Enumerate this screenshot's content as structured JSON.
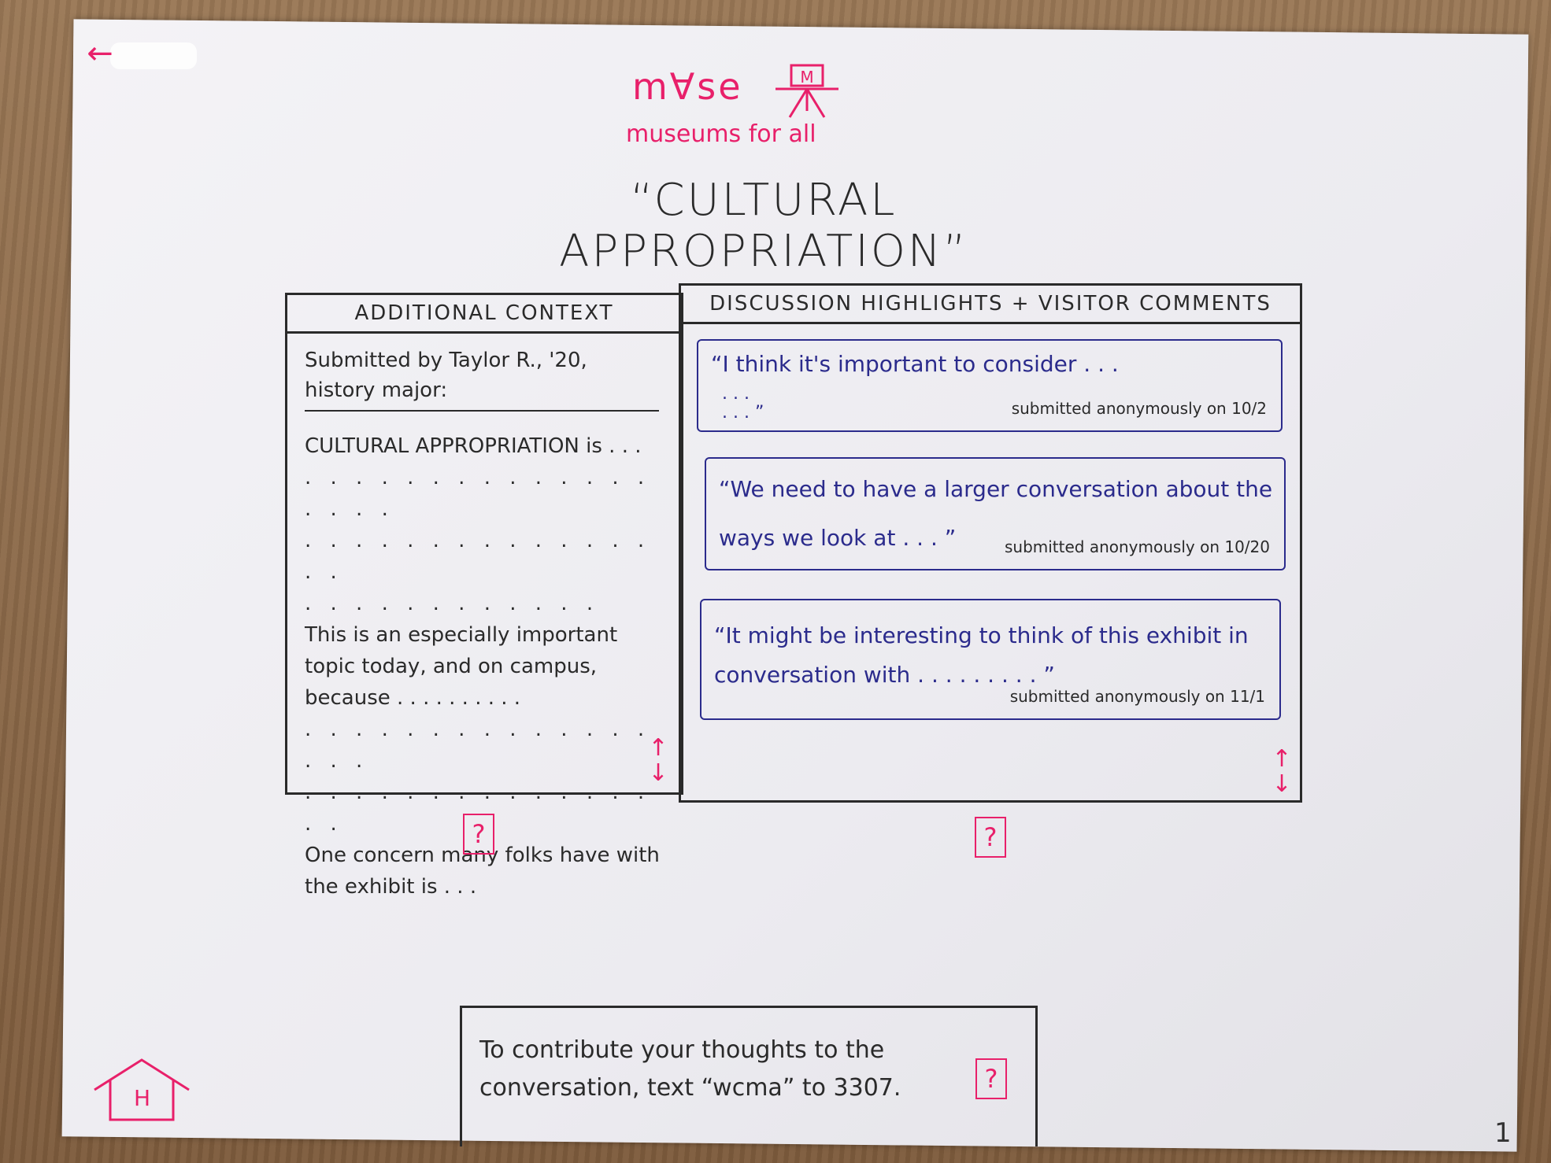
{
  "app": {
    "back_icon": "←",
    "logo_word": "m∀se",
    "logo_tagline": "museums for all",
    "logo_easel_letter": "M"
  },
  "exhibit": {
    "title": "“CULTURAL APPROPRIATION”"
  },
  "context_panel": {
    "heading": "ADDITIONAL CONTEXT",
    "submitter": "Submitted by Taylor R., '20, history major:",
    "lines": [
      "CULTURAL APPROPRIATION is . . .",
      ". . . . . . . . . . . . . . . . . .",
      ". . . . . . . . . . . . . . . .",
      ". . . . . . . . . . . .",
      "This is an especially important topic today, and on campus, because . . . . . . . . . .",
      ". . . . . . . . . . . . . . . . .",
      ". . . . . . . . . . . . . . . .",
      "One concern many folks have with the exhibit is . . ."
    ],
    "scroll_up": "↑",
    "scroll_down": "↓",
    "help": "?"
  },
  "comments_panel": {
    "heading": "DISCUSSION HIGHLIGHTS + VISITOR COMMENTS",
    "comments": [
      {
        "quote": "“I think it's important to consider . . .",
        "continuation": ". . .\n. . . ”",
        "meta": "submitted anonymously on 10/2"
      },
      {
        "quote": "“We need to have a larger conversation about the ways we look at . . . ”",
        "meta": "submitted anonymously on 10/20"
      },
      {
        "quote": "“It might be interesting to think of this exhibit in conversation with . . . . . . . . . ”",
        "meta": "submitted anonymously on 11/1"
      }
    ],
    "scroll_up": "↑",
    "scroll_down": "↓",
    "help": "?"
  },
  "contribute": {
    "text": "To contribute your thoughts to the conversation, text “wcma” to 3307.",
    "help": "?"
  },
  "home": {
    "letter": "H"
  },
  "page_mark": "1"
}
